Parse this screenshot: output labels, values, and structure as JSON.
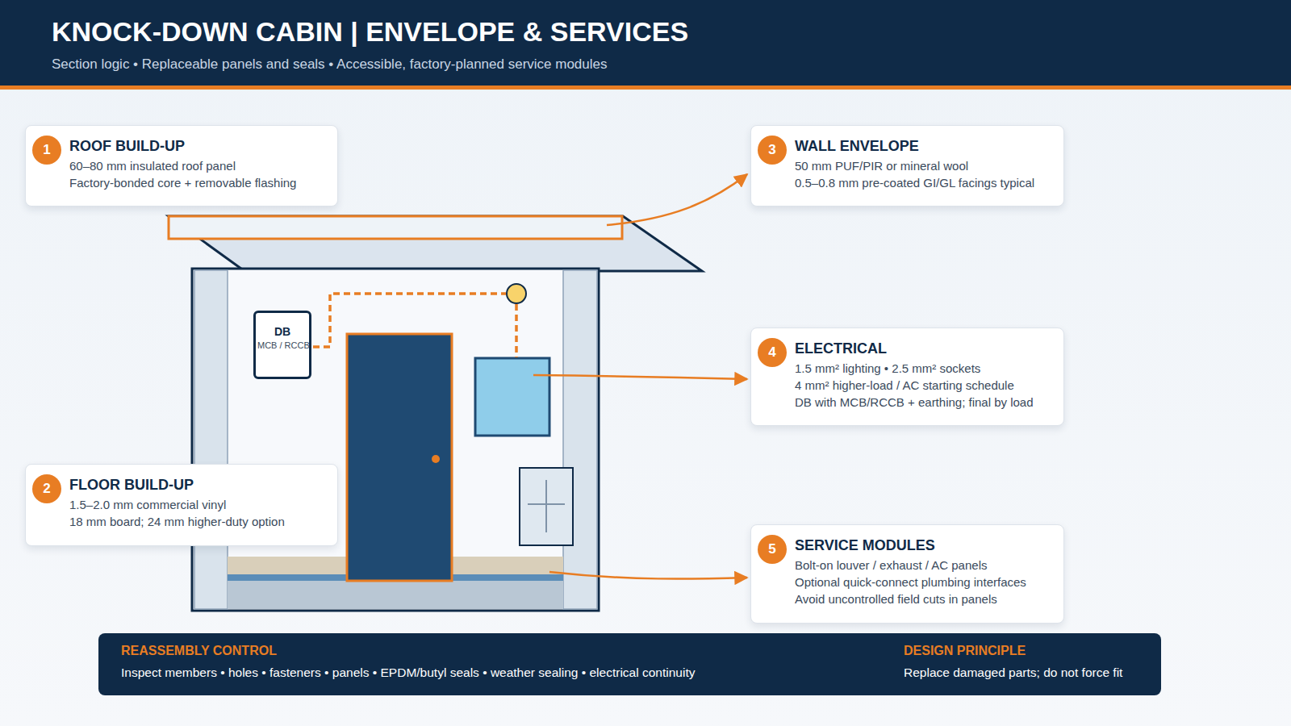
{
  "diagram": {
    "title": "KNOCK-DOWN CABIN | ENVELOPE & SERVICES",
    "caption": "Section logic • Replaceable panels and seals • Accessible, factory-planned service modules",
    "nodes": [
      {
        "text": [
          "1",
          "ROOF BUILD-UP",
          "60–80 mm insulated roof panel",
          "Factory-bonded core + removable flashing"
        ]
      },
      {
        "text": [
          "3",
          "WALL ENVELOPE",
          "50 mm PUF/PIR or mineral wool",
          "0.5–0.8 mm pre-coated GI/GL facings typical"
        ]
      },
      {
        "text": [
          "DB",
          "MCB / RCCB"
        ]
      },
      {
        "text": [
          "4",
          "ELECTRICAL",
          "1.5 mm² lighting • 2.5 mm² sockets",
          "4 mm² higher-load / AC starting schedule",
          "DB with MCB/RCCB + earthing; final by load"
        ]
      },
      {
        "text": [
          "2",
          "FLOOR BUILD-UP",
          "1.5–2.0 mm commercial vinyl",
          "18 mm board; 24 mm higher-duty option"
        ]
      },
      {
        "text": [
          "5",
          "SERVICE MODULES",
          "Bolt-on louver / exhaust / AC panels",
          "Optional quick-connect plumbing interfaces",
          "Avoid uncontrolled field cuts in panels"
        ]
      },
      {
        "text": [
          "REASSEMBLY CONTROL",
          "Inspect members • holes • fasteners • panels • EPDM/butyl seals • weather sealing • electrical continuity",
          "DESIGN PRINCIPLE",
          "Replace damaged parts; do not force fit"
        ]
      }
    ]
  }
}
